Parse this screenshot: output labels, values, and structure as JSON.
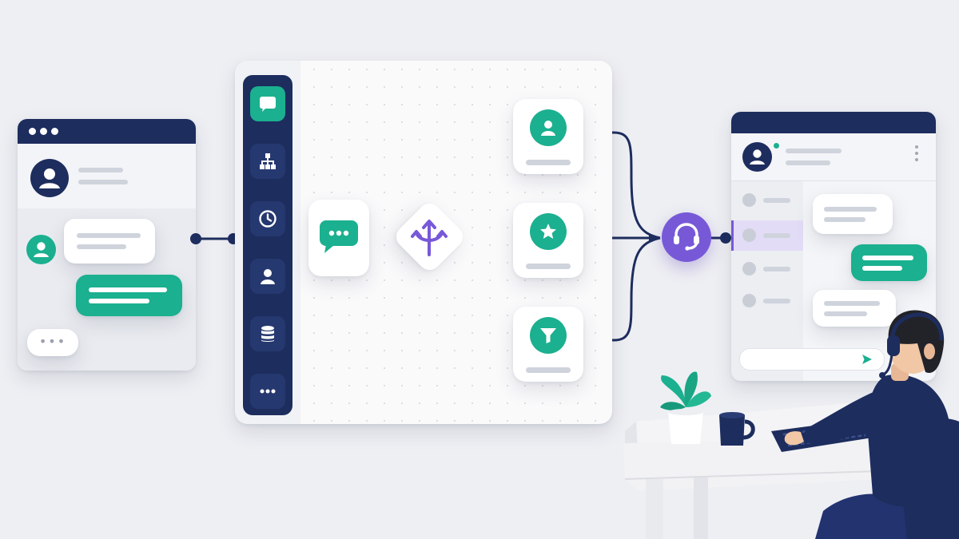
{
  "diagram": {
    "type": "chatbot-to-live-agent-handoff-flow",
    "chat_window": {
      "titlebar_dots": 3,
      "typing_indicator": "•••",
      "colors": {
        "titlebar": "#1d2d5e",
        "accent": "#1bb08f"
      }
    },
    "builder_toolbar": {
      "tools": [
        {
          "icon": "chat-bubble-icon",
          "active": true
        },
        {
          "icon": "org-chart-icon",
          "active": false
        },
        {
          "icon": "clock-icon",
          "active": false
        },
        {
          "icon": "user-icon",
          "active": false
        },
        {
          "icon": "database-icon",
          "active": false
        },
        {
          "icon": "more-icon",
          "active": false
        }
      ]
    },
    "flow_nodes": [
      {
        "id": "message",
        "icon": "chat-dots-icon"
      },
      {
        "id": "router",
        "icon": "split-arrows-icon",
        "shape": "diamond"
      },
      {
        "id": "branch-user",
        "icon": "user-icon"
      },
      {
        "id": "branch-star",
        "icon": "star-icon"
      },
      {
        "id": "branch-filter",
        "icon": "filter-icon"
      },
      {
        "id": "agent-handoff",
        "icon": "headset-icon",
        "color": "#7759d8"
      }
    ],
    "agent_window": {
      "send_icon": "send-icon",
      "selected_conversation_highlight": "#e3dcf7"
    },
    "scene": {
      "desk": true,
      "plant-icon": "plant-icon",
      "mug-icon": "mug-icon",
      "agent_with_headset": true
    }
  }
}
